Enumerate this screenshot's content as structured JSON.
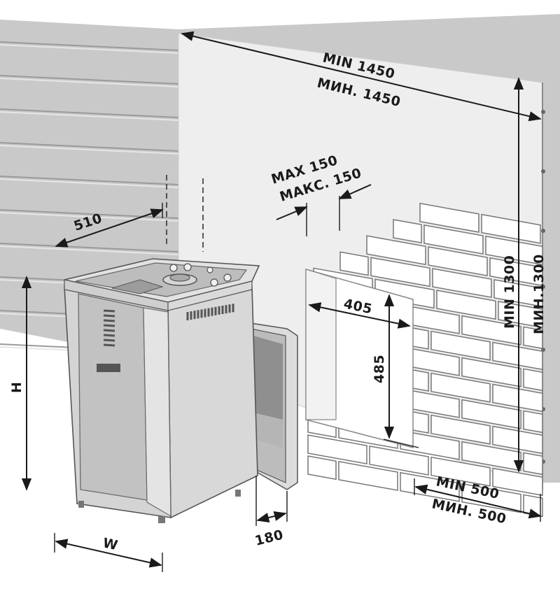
{
  "labels": {
    "wall_width_min": "MIN 1450",
    "wall_width_min_ru": "МИН. 1450",
    "chimney_offset_max": "MAX 150",
    "chimney_offset_max_ru": "МАКС. 150",
    "depth": "510",
    "height_symbol": "H",
    "width_symbol": "W",
    "opening_width": "405",
    "opening_height": "485",
    "tunnel_depth": "180",
    "wall_height_min": "MIN 1300",
    "wall_height_min_ru": "МИН.1300",
    "side_clearance_min": "MIN 500",
    "side_clearance_min_ru": "МИН. 500"
  },
  "colors": {
    "wall_siding": "#c9c9c9",
    "wall_panel": "#eeeeee",
    "stove_body": "#d8d8d8",
    "stove_panel": "#c4c4c4",
    "outline": "#555555"
  },
  "icons": {
    "arrow": "arrowhead",
    "stove": "sauna-stove-illustration"
  }
}
